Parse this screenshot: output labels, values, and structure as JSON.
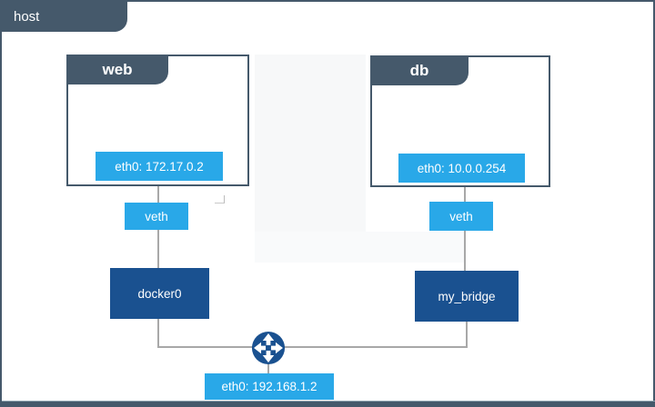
{
  "host": {
    "label": "host",
    "interface": {
      "label": "eth0: 192.168.1.2"
    }
  },
  "containers": [
    {
      "id": "web",
      "label": "web",
      "interface": {
        "label": "eth0: 172.17.0.2"
      },
      "veth": {
        "label": "veth"
      },
      "bridge": {
        "label": "docker0"
      }
    },
    {
      "id": "db",
      "label": "db",
      "interface": {
        "label": "eth0: 10.0.0.254"
      },
      "veth": {
        "label": "veth"
      },
      "bridge": {
        "label": "my_bridge"
      }
    }
  ],
  "icons": {
    "router": "crossed-arrows-router-icon"
  },
  "colors": {
    "slate": "#45596b",
    "bright_blue": "#29a8e8",
    "dark_blue": "#1a5190",
    "line_gray": "#a8a8a8"
  }
}
